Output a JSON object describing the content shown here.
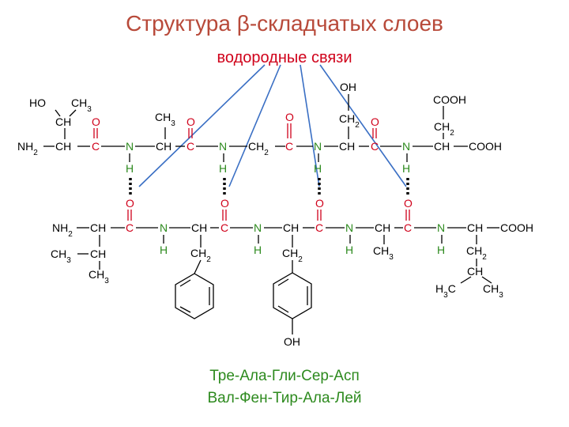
{
  "title": "Структура β-складчатых слоев",
  "subtitle": "водородные связи",
  "sequence_top": "Тре-Ала-Гли-Сер-Асп",
  "sequence_bottom": "Вал-Фен-Тир-Ала-Лей",
  "colors": {
    "title": "#b84a3a",
    "label": "#d0021b",
    "carbonyl": "#d0021b",
    "amide": "#2d8a1e",
    "hbond_line": "#3a6fc4",
    "bond": "#000000"
  },
  "atoms": {
    "oh": "OH",
    "ho": "HO",
    "ch": "CH",
    "ch2": "CH2",
    "ch3": "CH3",
    "h3c": "H3C",
    "nh2": "NH2",
    "cooh": "COOH",
    "c": "C",
    "o": "O",
    "n": "N",
    "h": "H"
  }
}
